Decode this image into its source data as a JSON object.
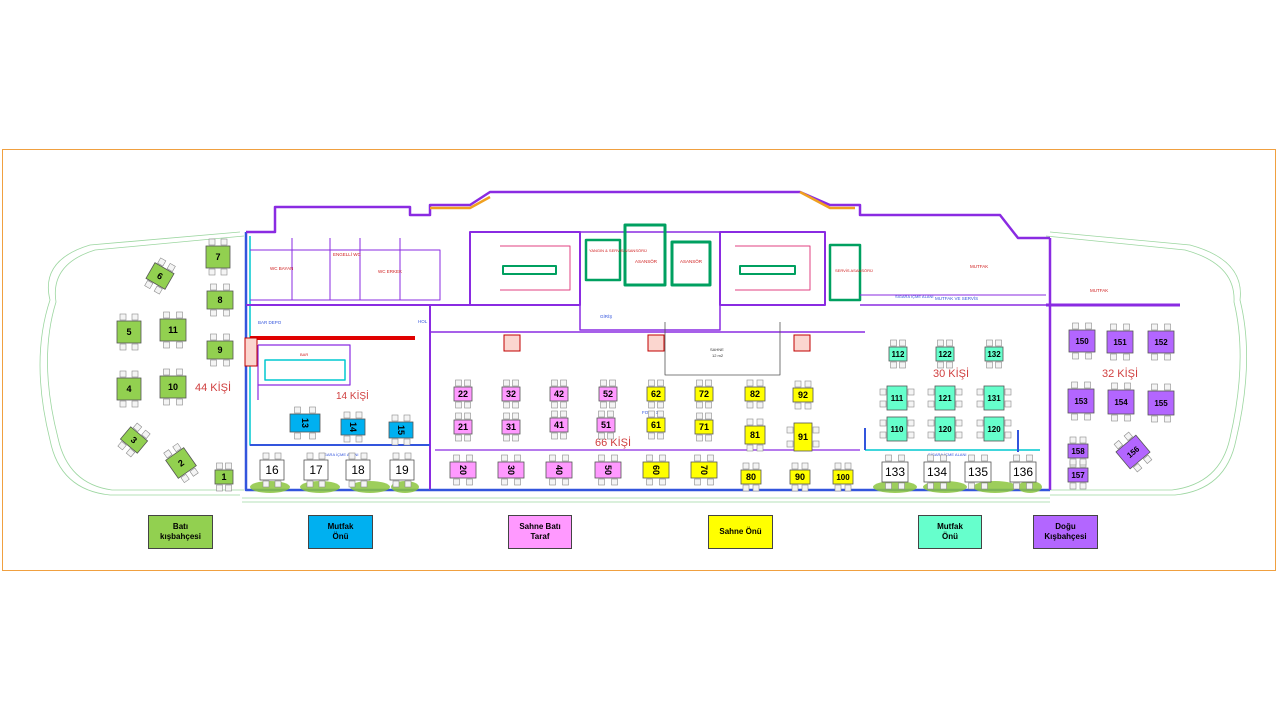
{
  "colors": {
    "bati": "#92d050",
    "mutfak_onu": "#00b0f0",
    "sahne_bati": "#ff99ff",
    "sahne_onu": "#ffff00",
    "mutfak_onu_dogu": "#66ffcc",
    "dogu": "#b366ff",
    "wall_purple": "#8a2be2",
    "wall_blue": "#3355dd",
    "wall_red": "#e00000",
    "capacity_red": "#d04040",
    "hedge": "#8cc63f"
  },
  "capacities": [
    {
      "id": "bati",
      "label": "44 KİŞİ"
    },
    {
      "id": "mutfak",
      "label": "14 KİŞİ"
    },
    {
      "id": "sahne",
      "label": "66 KİŞİ"
    },
    {
      "id": "mutfak_dogu",
      "label": "30 KİŞİ"
    },
    {
      "id": "dogu",
      "label": "32 KİŞİ"
    }
  ],
  "rooms": [
    {
      "id": "wc_bayan",
      "label": "WC BAYAN"
    },
    {
      "id": "engelli",
      "label": "ENGELLİ WC"
    },
    {
      "id": "wc_erkek",
      "label": "WC ERKEK"
    },
    {
      "id": "bar_depo",
      "label": "BAR DEPO"
    },
    {
      "id": "hol",
      "label": "HOL"
    },
    {
      "id": "bar",
      "label": "BAR"
    },
    {
      "id": "yangin",
      "label": "YANGIN & SERVİS ASANSÖRÜ"
    },
    {
      "id": "asansor1",
      "label": "ASANSÖR"
    },
    {
      "id": "asansor2",
      "label": "ASANSÖR"
    },
    {
      "id": "servis_asansor",
      "label": "SERVİS ASANSÖRÜ"
    },
    {
      "id": "giris",
      "label": "GİRİŞ"
    },
    {
      "id": "sahne",
      "label": "SAHNE"
    },
    {
      "id": "sahne_m2",
      "label": "12 m2"
    },
    {
      "id": "mutfak1",
      "label": "MUTFAK"
    },
    {
      "id": "mutfak2",
      "label": "MUTFAK"
    },
    {
      "id": "mutfak_servis",
      "label": "MUTFAK VE SERVİS"
    },
    {
      "id": "foof",
      "label": "FOOF 14"
    },
    {
      "id": "sigara1",
      "label": "SİGARA İÇME ALANI"
    },
    {
      "id": "sigara2",
      "label": "SİGARA İÇME ALANI"
    },
    {
      "id": "sigara3",
      "label": "SİGARA İÇME ALANI"
    }
  ],
  "tables": [
    {
      "n": "1",
      "zone": "bati"
    },
    {
      "n": "2",
      "zone": "bati"
    },
    {
      "n": "3",
      "zone": "bati"
    },
    {
      "n": "4",
      "zone": "bati"
    },
    {
      "n": "5",
      "zone": "bati"
    },
    {
      "n": "6",
      "zone": "bati"
    },
    {
      "n": "7",
      "zone": "bati"
    },
    {
      "n": "8",
      "zone": "bati"
    },
    {
      "n": "9",
      "zone": "bati"
    },
    {
      "n": "10",
      "zone": "bati"
    },
    {
      "n": "11",
      "zone": "bati"
    },
    {
      "n": "13",
      "zone": "mutfak_onu"
    },
    {
      "n": "14",
      "zone": "mutfak_onu"
    },
    {
      "n": "15",
      "zone": "mutfak_onu"
    },
    {
      "n": "16",
      "zone": "none"
    },
    {
      "n": "17",
      "zone": "none"
    },
    {
      "n": "18",
      "zone": "none"
    },
    {
      "n": "19",
      "zone": "none"
    },
    {
      "n": "20",
      "zone": "sahne_bati"
    },
    {
      "n": "21",
      "zone": "sahne_bati"
    },
    {
      "n": "22",
      "zone": "sahne_bati"
    },
    {
      "n": "30",
      "zone": "sahne_bati"
    },
    {
      "n": "31",
      "zone": "sahne_bati"
    },
    {
      "n": "32",
      "zone": "sahne_bati"
    },
    {
      "n": "40",
      "zone": "sahne_bati"
    },
    {
      "n": "41",
      "zone": "sahne_bati"
    },
    {
      "n": "42",
      "zone": "sahne_bati"
    },
    {
      "n": "50",
      "zone": "sahne_bati"
    },
    {
      "n": "51",
      "zone": "sahne_bati"
    },
    {
      "n": "52",
      "zone": "sahne_bati"
    },
    {
      "n": "60",
      "zone": "sahne_onu"
    },
    {
      "n": "61",
      "zone": "sahne_onu"
    },
    {
      "n": "62",
      "zone": "sahne_onu"
    },
    {
      "n": "70",
      "zone": "sahne_onu"
    },
    {
      "n": "71",
      "zone": "sahne_onu"
    },
    {
      "n": "72",
      "zone": "sahne_onu"
    },
    {
      "n": "80",
      "zone": "sahne_onu"
    },
    {
      "n": "81",
      "zone": "sahne_onu"
    },
    {
      "n": "82",
      "zone": "sahne_onu"
    },
    {
      "n": "90",
      "zone": "sahne_onu"
    },
    {
      "n": "91",
      "zone": "sahne_onu"
    },
    {
      "n": "92",
      "zone": "sahne_onu"
    },
    {
      "n": "100",
      "zone": "sahne_onu"
    },
    {
      "n": "110",
      "zone": "mutfak_onu_dogu"
    },
    {
      "n": "111",
      "zone": "mutfak_onu_dogu"
    },
    {
      "n": "112",
      "zone": "mutfak_onu_dogu"
    },
    {
      "n": "120",
      "zone": "mutfak_onu_dogu"
    },
    {
      "n": "121",
      "zone": "mutfak_onu_dogu"
    },
    {
      "n": "122",
      "zone": "mutfak_onu_dogu"
    },
    {
      "n": "120",
      "zone": "mutfak_onu_dogu"
    },
    {
      "n": "131",
      "zone": "mutfak_onu_dogu"
    },
    {
      "n": "132",
      "zone": "mutfak_onu_dogu"
    },
    {
      "n": "133",
      "zone": "none"
    },
    {
      "n": "134",
      "zone": "none"
    },
    {
      "n": "135",
      "zone": "none"
    },
    {
      "n": "136",
      "zone": "none"
    },
    {
      "n": "150",
      "zone": "dogu"
    },
    {
      "n": "151",
      "zone": "dogu"
    },
    {
      "n": "152",
      "zone": "dogu"
    },
    {
      "n": "153",
      "zone": "dogu"
    },
    {
      "n": "154",
      "zone": "dogu"
    },
    {
      "n": "155",
      "zone": "dogu"
    },
    {
      "n": "156",
      "zone": "dogu"
    },
    {
      "n": "157",
      "zone": "dogu"
    },
    {
      "n": "158",
      "zone": "dogu"
    }
  ],
  "legend": [
    {
      "id": "bati",
      "label": "Batı\nkışbahçesi"
    },
    {
      "id": "mutfak_onu",
      "label": "Mutfak\nÖnü"
    },
    {
      "id": "sahne_bati",
      "label": "Sahne Batı\nTaraf"
    },
    {
      "id": "sahne_onu",
      "label": "Sahne Önü"
    },
    {
      "id": "mutfak_onu_dogu",
      "label": "Mutfak\nÖnü"
    },
    {
      "id": "dogu",
      "label": "Doğu\nKışbahçesi"
    }
  ]
}
